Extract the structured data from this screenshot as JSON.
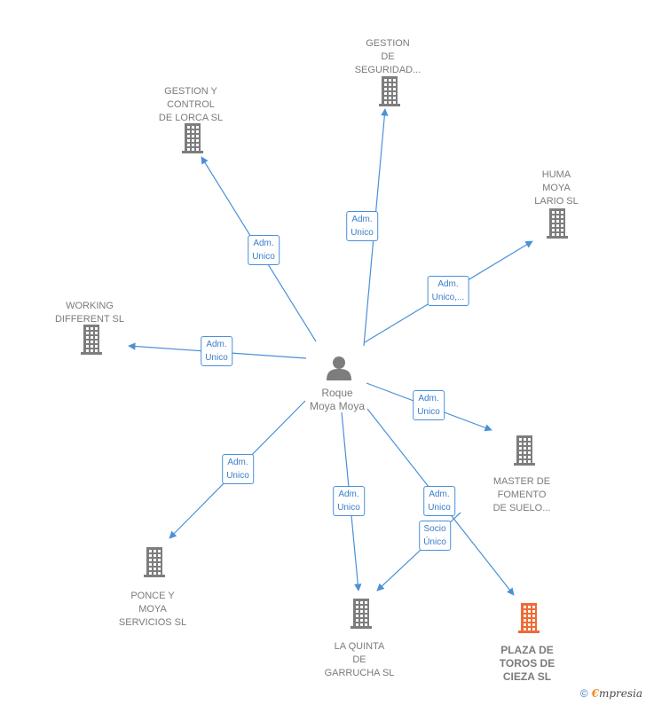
{
  "colors": {
    "edge": "#4a90d9",
    "company": "#7d7d7d",
    "company_highlight": "#f06a35",
    "person": "#7d7d7d"
  },
  "center": {
    "name_lines": [
      "Roque",
      "Moya Moya"
    ]
  },
  "companies": [
    {
      "id": "seguridad",
      "lines": [
        "GESTION",
        "DE",
        "SEGURIDAD..."
      ],
      "highlight": false
    },
    {
      "id": "lorca",
      "lines": [
        "GESTION Y",
        "CONTROL",
        "DE LORCA SL"
      ],
      "highlight": false
    },
    {
      "id": "huma",
      "lines": [
        "HUMA",
        "MOYA",
        "LARIO  SL"
      ],
      "highlight": false
    },
    {
      "id": "working",
      "lines": [
        "WORKING",
        "DIFFERENT  SL"
      ],
      "highlight": false
    },
    {
      "id": "master",
      "lines": [
        "MASTER DE",
        "FOMENTO",
        "DE SUELO..."
      ],
      "highlight": false
    },
    {
      "id": "ponce",
      "lines": [
        "PONCE Y",
        "MOYA",
        "SERVICIOS SL"
      ],
      "highlight": false
    },
    {
      "id": "quinta",
      "lines": [
        "LA QUINTA",
        "DE",
        "GARRUCHA SL"
      ],
      "highlight": false
    },
    {
      "id": "plaza",
      "lines": [
        "PLAZA DE",
        "TOROS DE",
        "CIEZA  SL"
      ],
      "highlight": true
    }
  ],
  "relations": [
    {
      "target": "seguridad",
      "lines": [
        "Adm.",
        "Unico"
      ]
    },
    {
      "target": "lorca",
      "lines": [
        "Adm.",
        "Unico"
      ]
    },
    {
      "target": "huma",
      "lines": [
        "Adm.",
        "Unico,..."
      ]
    },
    {
      "target": "working",
      "lines": [
        "Adm.",
        "Unico"
      ]
    },
    {
      "target": "master",
      "lines": [
        "Adm.",
        "Unico"
      ]
    },
    {
      "target": "ponce",
      "lines": [
        "Adm.",
        "Unico"
      ]
    },
    {
      "target": "quinta",
      "lines": [
        "Adm.",
        "Unico"
      ]
    },
    {
      "target": "plaza",
      "lines": [
        "Adm.",
        "Unico"
      ]
    },
    {
      "target": "quinta",
      "lines": [
        "Socio",
        "Único"
      ]
    }
  ],
  "footer": {
    "copyright": "©",
    "brand_initial": "€",
    "brand_rest": "mpresia"
  }
}
